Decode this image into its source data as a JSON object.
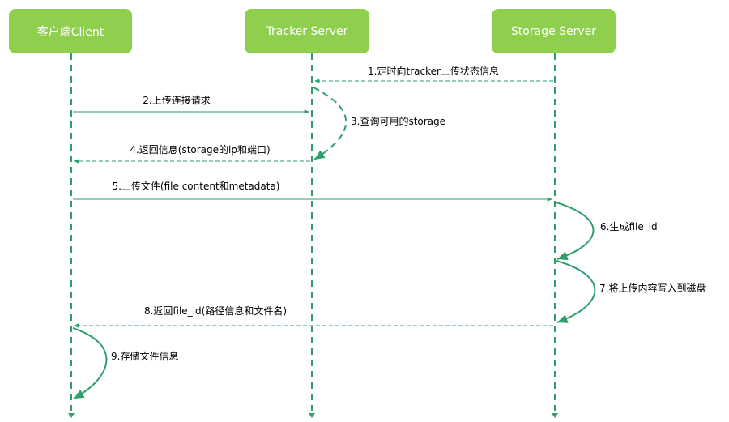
{
  "colors": {
    "actor_fill": "#8fcf4e",
    "lifeline": "#2e9e6b",
    "arrow": "#2e9e6b",
    "text": "#000000"
  },
  "actors": {
    "client": "客户端Client",
    "tracker": "Tracker Server",
    "storage": "Storage Server"
  },
  "messages": [
    {
      "label": "1.定时向tracker上传状态信息",
      "from": "storage",
      "to": "tracker",
      "style": "dashed"
    },
    {
      "label": "2.上传连接请求",
      "from": "client",
      "to": "tracker",
      "style": "solid"
    },
    {
      "label": "3.查询可用的storage",
      "from": "tracker",
      "to": "tracker",
      "style": "dashed-self"
    },
    {
      "label": "4.返回信息(storage的ip和端口)",
      "from": "tracker",
      "to": "client",
      "style": "dashed"
    },
    {
      "label": "5.上传文件(file content和metadata)",
      "from": "client",
      "to": "storage",
      "style": "solid"
    },
    {
      "label": "6.生成file_id",
      "from": "storage",
      "to": "storage",
      "style": "solid-self"
    },
    {
      "label": "7.将上传内容写入到磁盘",
      "from": "storage",
      "to": "storage",
      "style": "solid-self"
    },
    {
      "label": "8.返回file_id(路径信息和文件名)",
      "from": "storage",
      "to": "client",
      "style": "dashed"
    },
    {
      "label": "9.存储文件信息",
      "from": "client",
      "to": "client",
      "style": "solid-self"
    }
  ]
}
